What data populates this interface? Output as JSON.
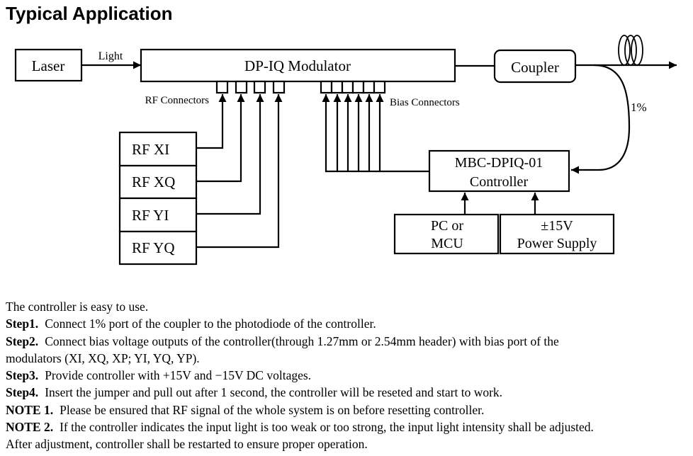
{
  "title": "Typical Application",
  "diagram": {
    "laser": "Laser",
    "light_label": "Light",
    "modulator": "DP-IQ Modulator",
    "coupler": "Coupler",
    "tap_label": "1%",
    "rf_connectors_label": "RF Connectors",
    "bias_connectors_label": "Bias Connectors",
    "rf_sources": [
      "RF XI",
      "RF XQ",
      "RF YI",
      "RF YQ"
    ],
    "controller": {
      "line1": "MBC-DPIQ-01",
      "line2": "Controller"
    },
    "pc": {
      "line1": "PC or",
      "line2": "MCU"
    },
    "power": {
      "line1": "±15V",
      "line2": "Power Supply"
    },
    "rf_connector_count": 4,
    "bias_connector_count": 6
  },
  "instructions": {
    "intro": "The controller is easy to use.",
    "steps": [
      {
        "label": "Step1.",
        "text": "Connect 1% port of the coupler to the photodiode of the controller."
      },
      {
        "label": "Step2.",
        "text": "Connect bias voltage outputs of the controller(through 1.27mm or 2.54mm header) with bias port of the"
      },
      {
        "label": "",
        "text": "modulators (XI, XQ, XP; YI, YQ, YP)."
      },
      {
        "label": "Step3.",
        "text": "Provide controller with +15V and −15V DC voltages."
      },
      {
        "label": "Step4.",
        "text": "Insert the jumper and pull out after 1 second, the controller will be reseted and start to work."
      },
      {
        "label": "NOTE 1.",
        "text": "Please be ensured that RF signal of the whole system is on before resetting controller."
      },
      {
        "label": "NOTE 2.",
        "text": "If the controller indicates the input light is too weak or too strong, the input light intensity shall be adjusted."
      },
      {
        "label": "",
        "text": "After adjustment, controller shall be restarted to ensure proper operation."
      }
    ]
  }
}
